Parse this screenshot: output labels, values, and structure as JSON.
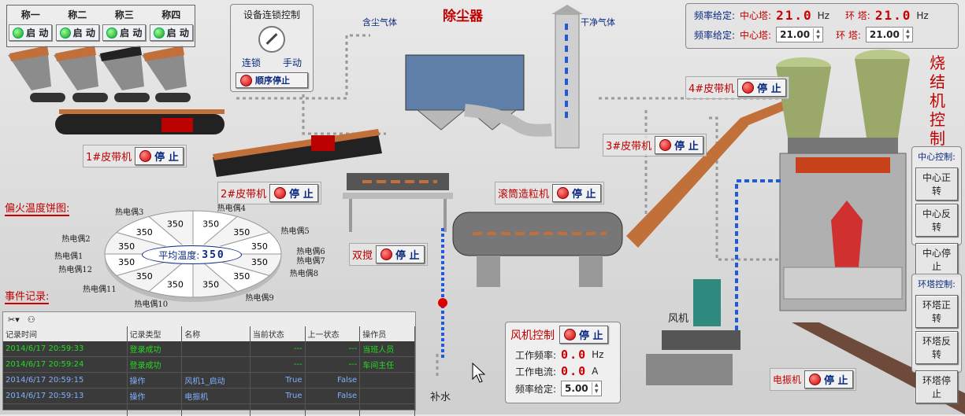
{
  "scales": [
    {
      "name": "称一",
      "button": "启 动"
    },
    {
      "name": "称二",
      "button": "启 动"
    },
    {
      "name": "称三",
      "button": "启 动"
    },
    {
      "name": "称四",
      "button": "启 动"
    }
  ],
  "interlock": {
    "title": "设备连锁控制",
    "left": "连锁",
    "right": "手动",
    "button": "顺序停止"
  },
  "top_labels": {
    "dust_in": "含尘气体",
    "dust_title": "除尘器",
    "clean_out": "干净气体"
  },
  "freq": {
    "row1_label": "频率给定:",
    "center_label": "中心塔:",
    "center_display": "21.0",
    "unit1": "Hz",
    "ring_label": "环 塔:",
    "ring_display": "21.0",
    "unit2": "Hz",
    "row2_label": "频率给定:",
    "center_label2": "中心塔:",
    "center_value": "21.00",
    "ring_label2": "环 塔:",
    "ring_value": "21.00"
  },
  "title_vertical": [
    "烧",
    "结",
    "机",
    "控",
    "制"
  ],
  "belts": {
    "b1": {
      "label": "1#皮带机",
      "button": "停 止"
    },
    "b2": {
      "label": "2#皮带机",
      "button": "停 止"
    },
    "b3": {
      "label": "3#皮带机",
      "button": "停 止"
    },
    "b4": {
      "label": "4#皮带机",
      "button": "停 止"
    },
    "drum": {
      "label": "滚筒造粒机",
      "button": "停 止"
    },
    "mixer": {
      "label": "双搅",
      "button": "停 止"
    },
    "vib": {
      "label": "电振机",
      "button": "停 止"
    }
  },
  "center_ctrl": {
    "title": "中心控制:",
    "fwd": "中心正转",
    "rev": "中心反转",
    "stop": "中心停止"
  },
  "ring_ctrl": {
    "title": "环塔控制:",
    "fwd": "环塔正转",
    "rev": "环塔反转",
    "stop": "环塔停止"
  },
  "pie": {
    "section_title": "偏火温度饼图:",
    "center_label": "平均温度:",
    "center_value": "350",
    "values": [
      "350",
      "350",
      "350",
      "350",
      "350",
      "350",
      "350",
      "350",
      "350",
      "350",
      "350",
      "350"
    ],
    "labels": [
      "热电偶1",
      "热电偶2",
      "热电偶3",
      "热电偶4",
      "热电偶5",
      "热电偶6",
      "热电偶7",
      "热电偶8",
      "热电偶9",
      "热电偶10",
      "热电偶11",
      "热电偶12"
    ]
  },
  "events": {
    "section_title": "事件记录:",
    "columns": [
      "记录时间",
      "记录类型",
      "名称",
      "当前状态",
      "上一状态",
      "操作员"
    ],
    "rows": [
      {
        "time": "2014/6/17 20:59:33",
        "type": "登录成功",
        "name": "",
        "cur": "---",
        "prev": "---",
        "op": "当班人员",
        "color": "#22dd22"
      },
      {
        "time": "2014/6/17 20:59:24",
        "type": "登录成功",
        "name": "",
        "cur": "---",
        "prev": "---",
        "op": "车间主任",
        "color": "#22dd22"
      },
      {
        "time": "2014/6/17 20:59:15",
        "type": "操作",
        "name": "风机1_启动",
        "cur": "True",
        "prev": "False",
        "op": "",
        "color": "#7fb0ff"
      },
      {
        "time": "2014/6/17 20:59:13",
        "type": "操作",
        "name": "电振机",
        "cur": "True",
        "prev": "False",
        "op": "",
        "color": "#7fb0ff"
      }
    ]
  },
  "fan": {
    "title": "风机控制",
    "button": "停 止",
    "freq_label": "工作频率:",
    "freq_value": "0.0",
    "freq_unit": "Hz",
    "cur_label": "工作电流:",
    "cur_value": "0.0",
    "cur_unit": "A",
    "set_label": "频率给定:",
    "set_value": "5.00",
    "machine_label": "风机"
  },
  "water_label": "补水",
  "colors": {
    "ore": "#c2703a",
    "stop_text": "#0a2a80",
    "alarm_red": "#c00000",
    "run_green": "#1b9b1b"
  }
}
